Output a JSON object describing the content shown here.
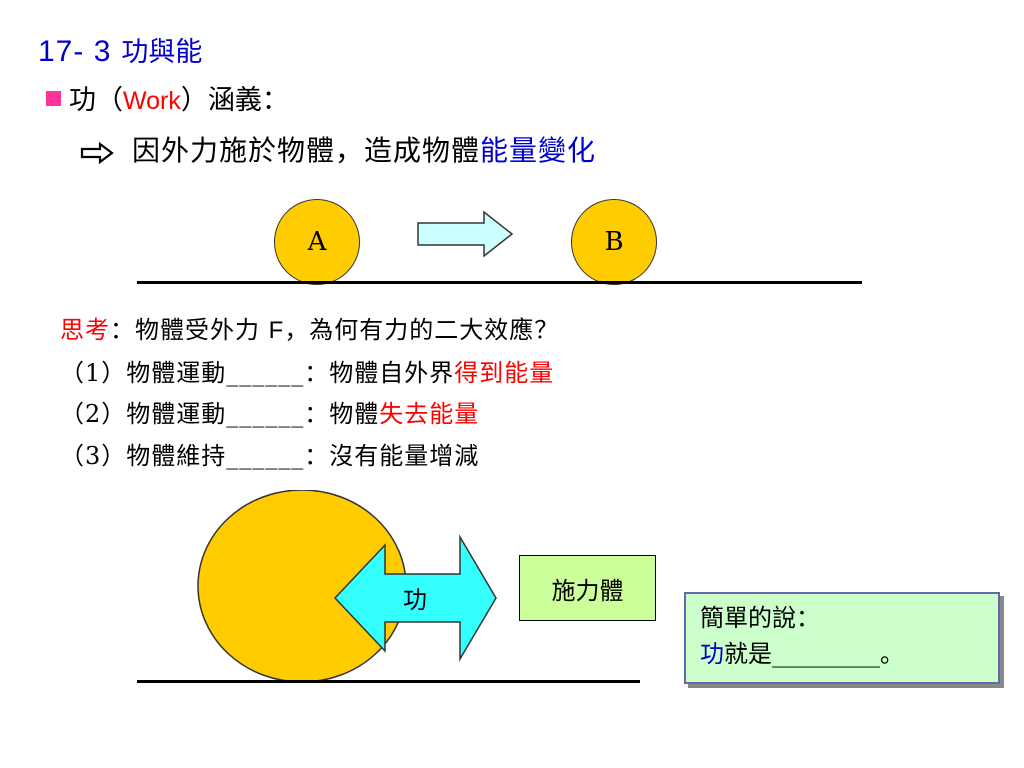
{
  "slide": {
    "title_number": "17- 3",
    "title_text": "功與能",
    "bullet": {
      "prefix": "功（",
      "work_word": "Work",
      "suffix": "）涵義："
    },
    "definition": {
      "main_text": "因外力施於物體，造成物體",
      "highlight_text": "能量變化"
    },
    "diagram_top": {
      "ball_a_label": "A",
      "ball_b_label": "B"
    },
    "think": {
      "label": "思考",
      "question_pre": "：物體受外力",
      "force_letter": "F",
      "question_post": "，為何有力的二大效應？",
      "items": [
        {
          "prefix": "（1）物體運動",
          "blank": "______",
          "desc": "：物體自外界",
          "highlight": "得到能量"
        },
        {
          "prefix": "（2）物體運動",
          "blank": "______",
          "desc": "：物體",
          "highlight": "失去能量"
        },
        {
          "prefix": "（3）物體維持",
          "blank": "______",
          "desc": "：沒有能量增減",
          "highlight": ""
        }
      ]
    },
    "diagram_bottom": {
      "arrow_label": "功",
      "applier_label": "施力體"
    },
    "summary": {
      "line1": "簡單的說：",
      "work_word": "功",
      "line2_mid": "就是",
      "blank": "_________",
      "end": "。"
    },
    "colors": {
      "title_blue": "#0000cc",
      "accent_red": "#ff0000",
      "ball_yellow": "#ffcc00",
      "arrow_cyan": "#33ffff",
      "bullet_pink": "#ff3399",
      "applier_green": "#ccff99",
      "summary_green": "#ccffcc"
    }
  }
}
